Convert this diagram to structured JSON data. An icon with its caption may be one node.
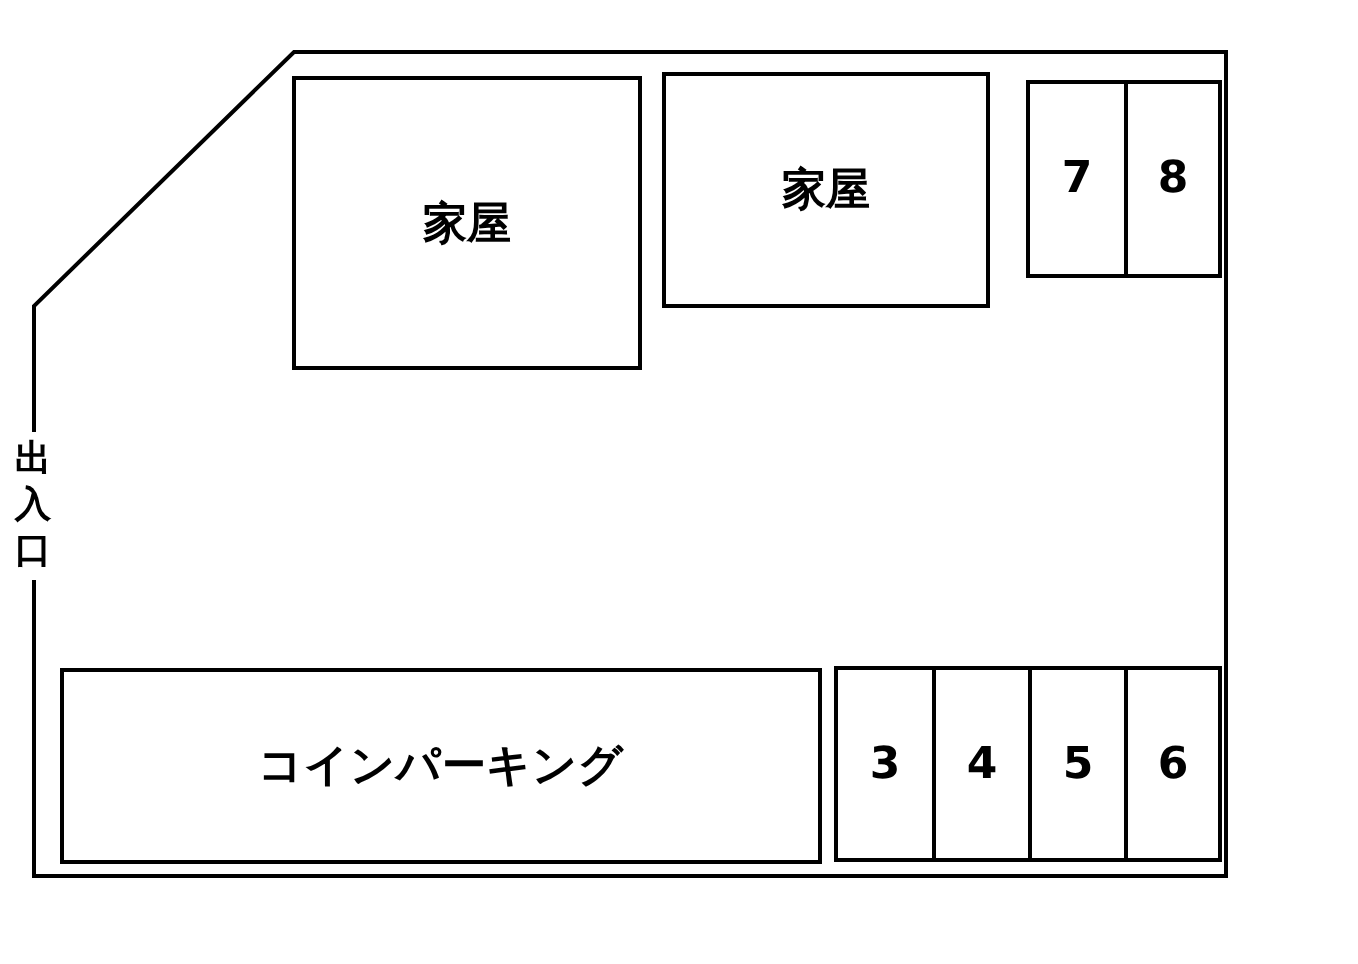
{
  "diagram": {
    "nodes": [
      {
        "text": [
          "家屋"
        ]
      },
      {
        "text": [
          "家屋"
        ]
      },
      {
        "text": [
          "7"
        ]
      },
      {
        "text": [
          "8"
        ]
      },
      {
        "text": [
          "コインパーキング"
        ]
      },
      {
        "text": [
          "3"
        ]
      },
      {
        "text": [
          "4"
        ]
      },
      {
        "text": [
          "5"
        ]
      },
      {
        "text": [
          "6"
        ]
      }
    ],
    "labels": [
      "出入口"
    ]
  }
}
